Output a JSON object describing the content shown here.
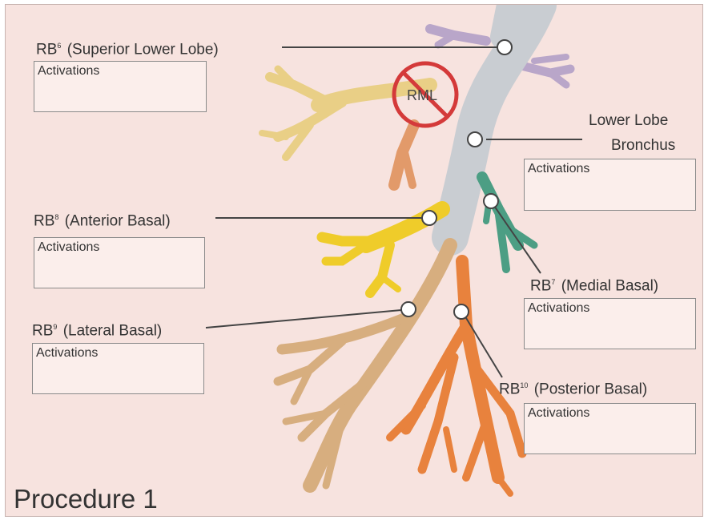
{
  "labels": {
    "rb6": {
      "prefix": "RB",
      "sup": "6",
      "text": "(Superior Lower Lobe)"
    },
    "lower_lobe_line1": "Lower Lobe",
    "lower_lobe_line2": "Bronchus",
    "rb8": {
      "prefix": "RB",
      "sup": "8",
      "text": "(Anterior Basal)"
    },
    "rb7": {
      "prefix": "RB",
      "sup": "7",
      "text": "(Medial Basal)"
    },
    "rb9": {
      "prefix": "RB",
      "sup": "9",
      "text": "(Lateral Basal)"
    },
    "rb10": {
      "prefix": "RB",
      "sup": "10",
      "text": "(Posterior Basal)"
    }
  },
  "boxes": {
    "activations_label": "Activations"
  },
  "rml_label": "RML",
  "title": "Procedure 1",
  "colors": {
    "trachea": "#c9cdd2",
    "superior_lower_lobe": "#e9cf86",
    "rml": "#e29a6a",
    "anterior_basal": "#efcc2a",
    "medial_basal": "#4c9e84",
    "lateral_basal": "#d7ae7f",
    "posterior_basal": "#e8823d",
    "upper_branch": "#b9a6c9",
    "no_sign": "#d43a3a"
  }
}
